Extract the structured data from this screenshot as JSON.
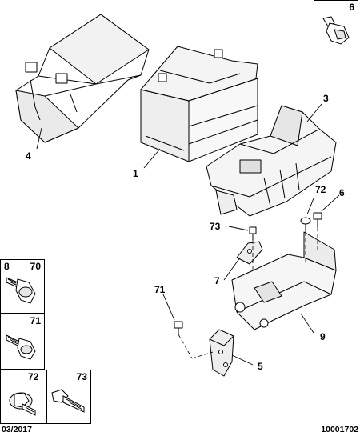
{
  "callouts": {
    "c1": "1",
    "c3": "3",
    "c4": "4",
    "c5": "5",
    "c6": "6",
    "c7": "7",
    "c9": "9",
    "c71": "71",
    "c72": "72",
    "c73": "73"
  },
  "boxes": {
    "top_right": "6",
    "box_a_left": "8",
    "box_a_right": "70",
    "box_b": "71",
    "box_c_left": "72",
    "box_c_right": "73"
  },
  "footer": {
    "date": "03/2017",
    "ref": "10001702"
  },
  "icons": [
    "bolt-icon",
    "flange-bolt-icon",
    "screw-icon"
  ],
  "colors": {
    "line": "#000000",
    "fill": "#ffffff",
    "shade": "#e8e8e8"
  }
}
